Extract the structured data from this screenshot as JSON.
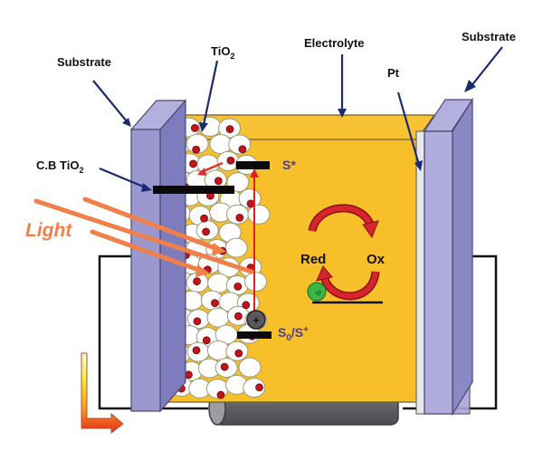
{
  "diagram": {
    "title": "Dye-sensitized solar cell schematic",
    "labels": {
      "substrate_left": "Substrate",
      "tio2": "TiO",
      "tio2_sub": "2",
      "electrolyte": "Electrolyte",
      "substrate_right": "Substrate",
      "pt": "Pt",
      "cb_tio2": "C.B TiO",
      "cb_tio2_sub": "2",
      "light": "Light",
      "s_star": "S*",
      "s0": "S",
      "s0_sub": "0",
      "s_plus": "/S",
      "s_plus_sup": "+",
      "red": "Red",
      "ox": "Ox",
      "electron": "-e",
      "hole": "+"
    },
    "colors": {
      "substrate": "#9b98d0",
      "substrate_dark": "#7c79b8",
      "electrolyte": "#f7bf2a",
      "particle": "#ffffff",
      "dye": "#c0141c",
      "light_ray": "#f0804a",
      "arrow_line": "#1c2a6e",
      "redox_arrow": "#d6262b",
      "electron": "#3cb44a",
      "resistor": "#5f5f63",
      "pt_layer": "#e8e8ea",
      "label_blue": "#4a3d9a"
    },
    "components": [
      "Substrate (anode)",
      "TiO2 nanoparticles with dye",
      "Electrolyte",
      "Pt counter electrode",
      "Substrate (cathode)",
      "External load (resistor)"
    ]
  }
}
